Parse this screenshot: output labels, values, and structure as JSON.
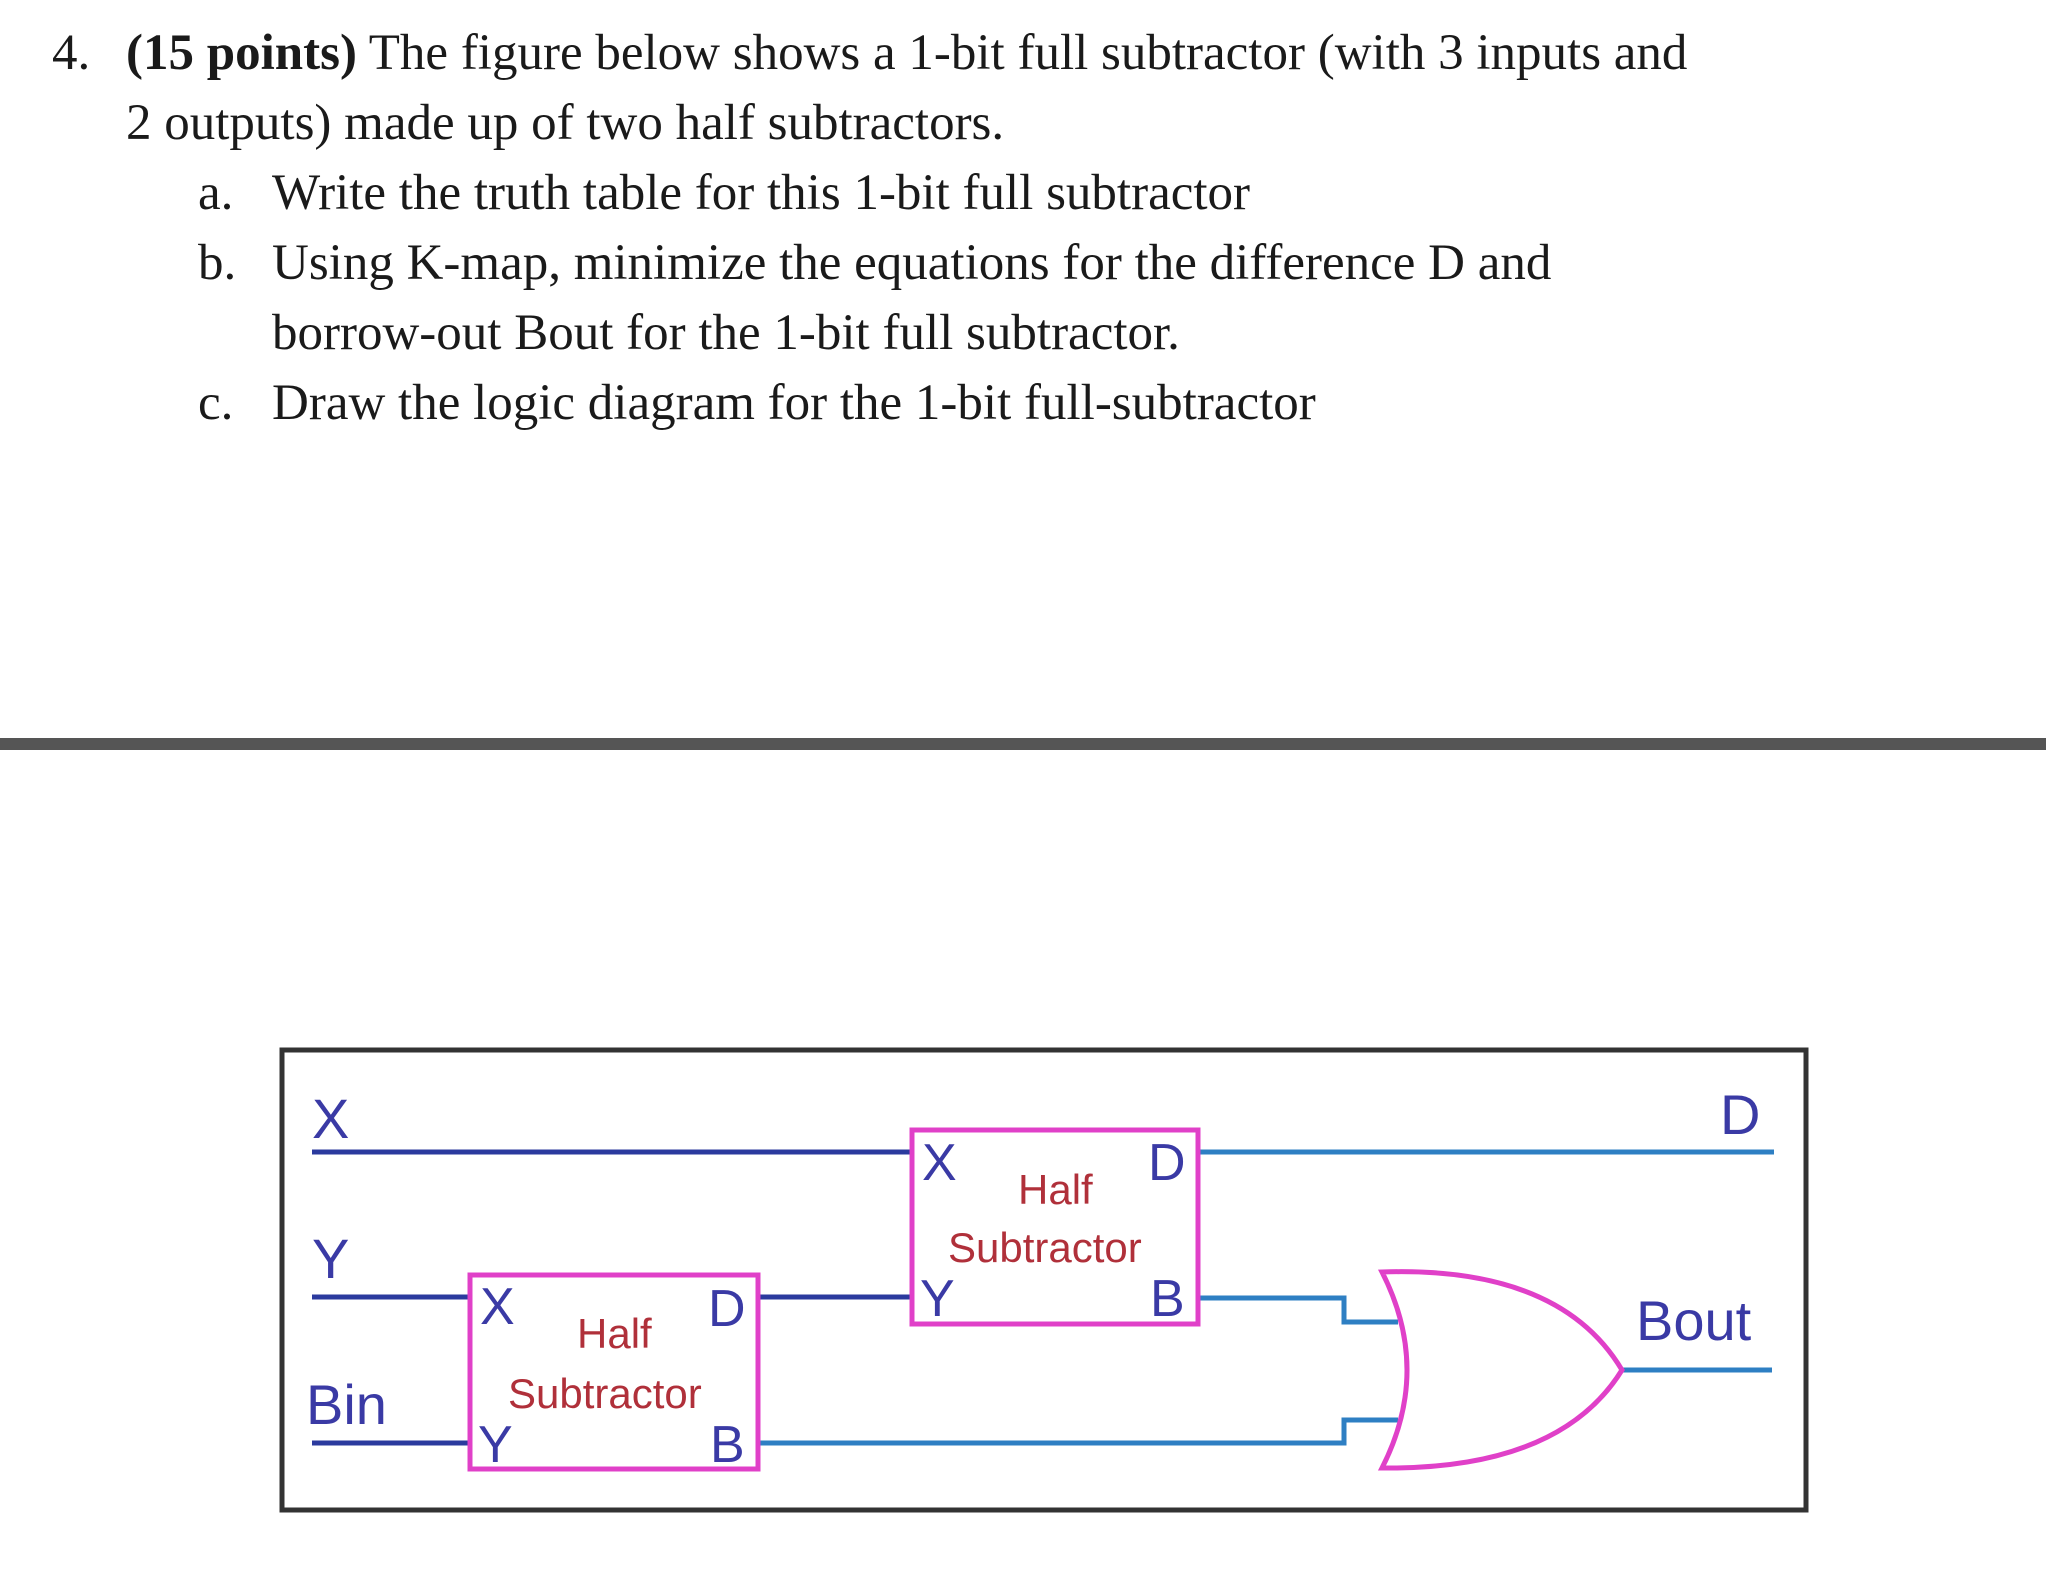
{
  "question": {
    "number": "4.",
    "points": "(15 points)",
    "intro_1": " The figure below shows a 1-bit full subtractor (with 3 inputs and",
    "intro_2": "2 outputs) made up of two half subtractors.",
    "items": [
      {
        "letter": "a.",
        "lines": [
          "Write the truth table for this 1-bit full subtractor"
        ]
      },
      {
        "letter": "b.",
        "lines": [
          "Using K-map, minimize the equations for the difference D and",
          "borrow-out Bout for the 1-bit full subtractor."
        ]
      },
      {
        "letter": "c.",
        "lines": [
          "Draw the logic diagram for the 1-bit full-subtractor"
        ]
      }
    ]
  },
  "diagram": {
    "inputs": {
      "x": "X",
      "y": "Y",
      "bin": "Bin"
    },
    "outputs": {
      "d": "D",
      "bout": "Bout"
    },
    "half_subtractor_1": {
      "title_1": "Half",
      "title_2": "Subtractor",
      "port_x": "X",
      "port_y": "Y",
      "port_d": "D",
      "port_b": "B"
    },
    "half_subtractor_2": {
      "title_1": "Half",
      "title_2": "Subtractor",
      "port_x": "X",
      "port_y": "Y",
      "port_d": "D",
      "port_b": "B"
    },
    "colors": {
      "wire": "#2e7fc3",
      "box": "#e040c8",
      "frame": "#333333",
      "label": "#3a3aa5",
      "port_label": "#b0303a"
    }
  }
}
